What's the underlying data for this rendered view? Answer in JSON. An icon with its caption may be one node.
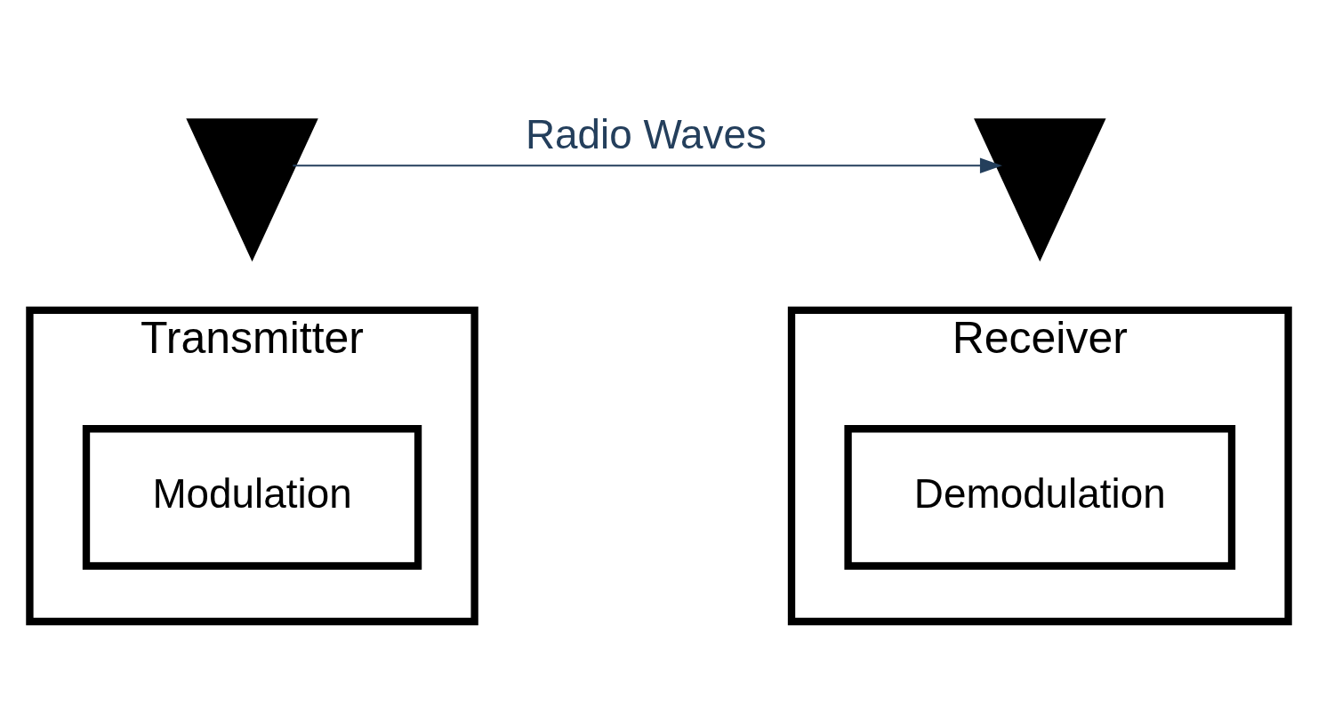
{
  "diagram": {
    "nodes": [
      {
        "text": [
          "Transmitter"
        ]
      },
      {
        "text": [
          "Modulation"
        ],
        "in": 0
      },
      {
        "text": [
          "Receiver"
        ]
      },
      {
        "text": [
          "Demodulation"
        ],
        "in": 2
      },
      {
        "text": [],
        "shape": "antenna"
      },
      {
        "text": [],
        "shape": "antenna"
      }
    ],
    "edges": [
      {
        "from": 4,
        "to": 5,
        "arrow": "to",
        "label": "Radio Waves",
        "color": "#243f5c"
      }
    ]
  }
}
